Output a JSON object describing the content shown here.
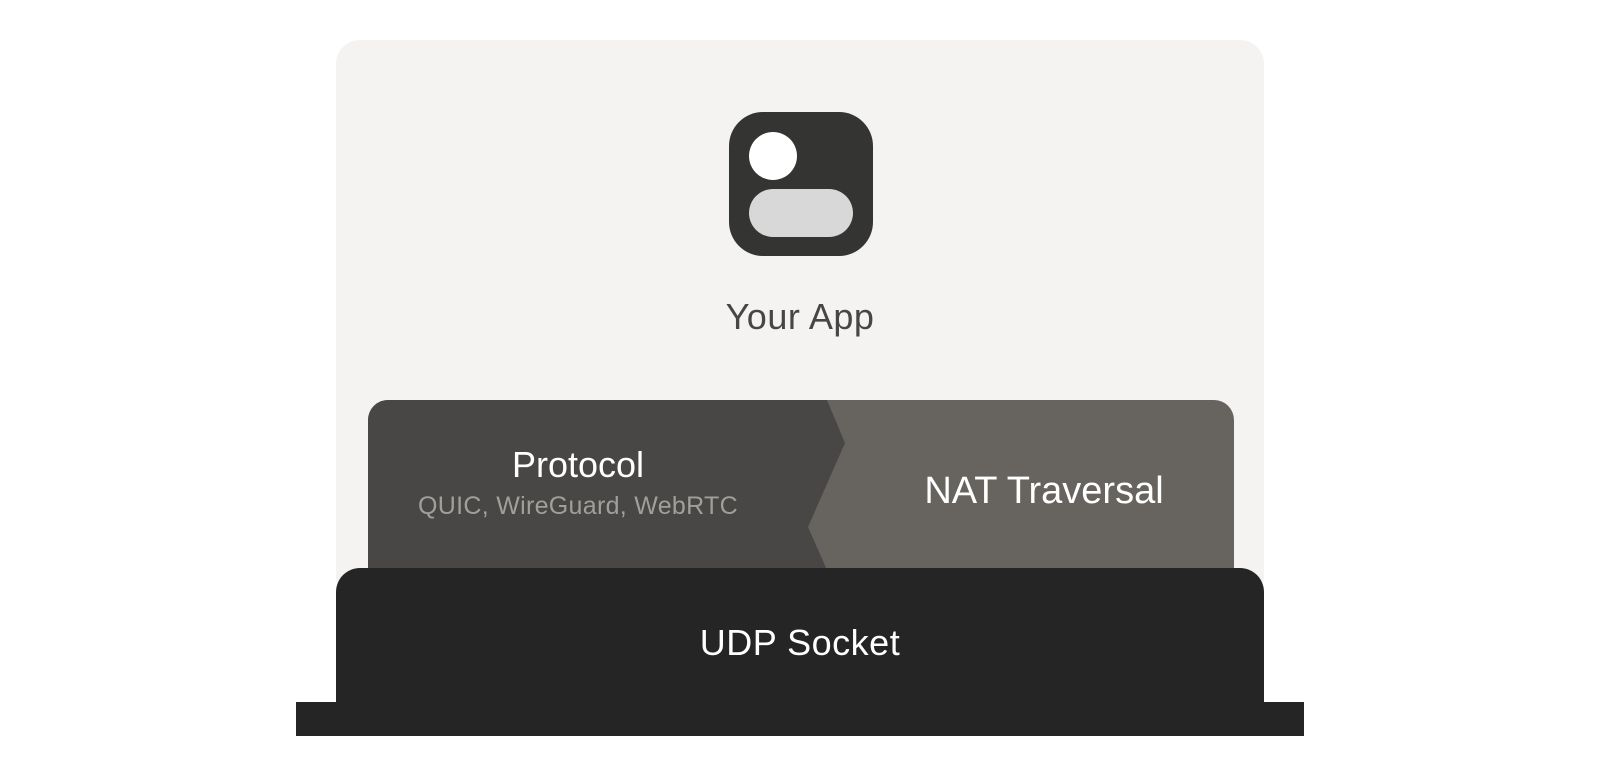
{
  "app": {
    "label": "Your App",
    "icon": "app-icon"
  },
  "layers": {
    "protocol": {
      "title": "Protocol",
      "subtitle": "QUIC, WireGuard, WebRTC"
    },
    "nat": {
      "title": "NAT Traversal"
    },
    "udp": {
      "title": "UDP Socket"
    }
  },
  "colors": {
    "card_bg": "#f4f3f1",
    "protocol_bg": "#484745",
    "nat_bg": "#67645f",
    "udp_bg": "#252525",
    "icon_bg": "#343432",
    "icon_light": "#d8d8d8"
  }
}
